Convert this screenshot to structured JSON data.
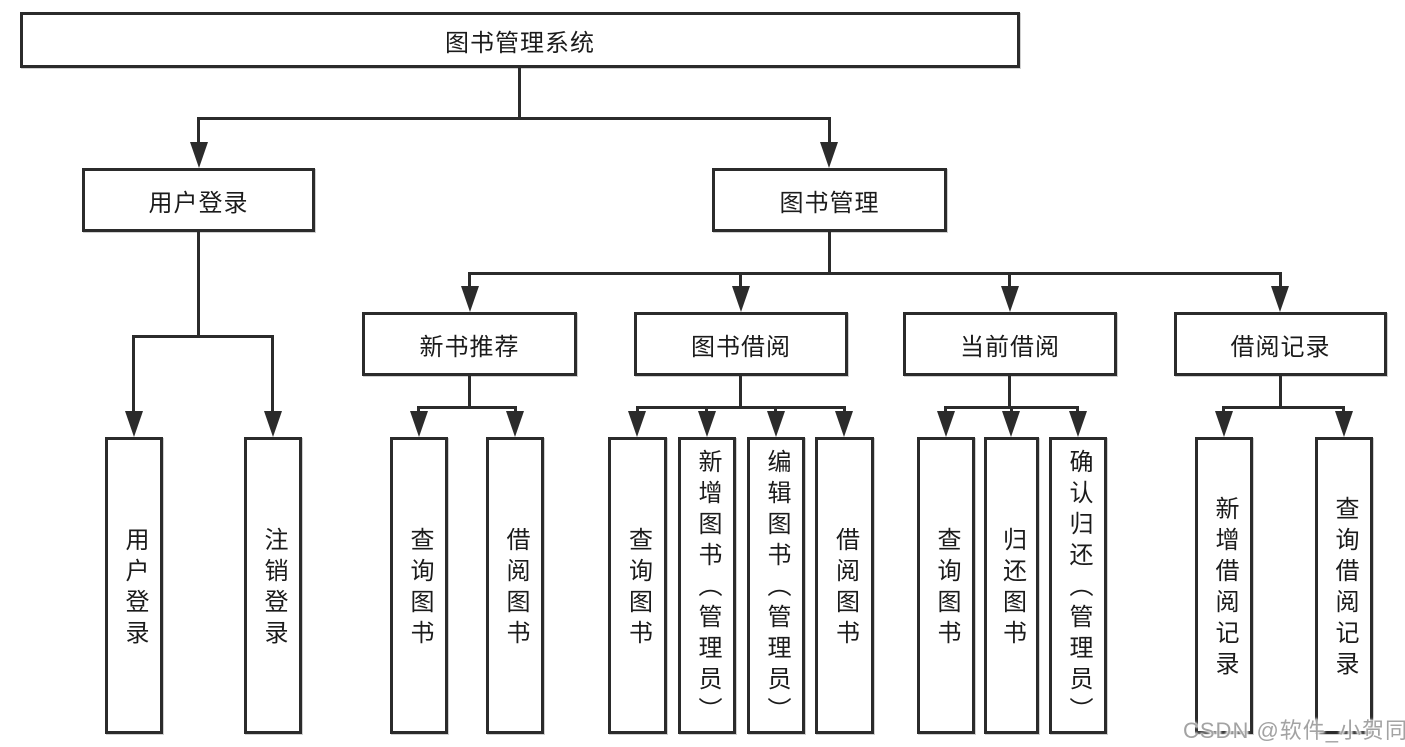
{
  "diagram_type": "hierarchy-tree",
  "colors": {
    "line": "#2b2b2b",
    "background": "#ffffff",
    "box_fill": "#ffffff",
    "text": "#1b1b1b",
    "watermark": "#a3a3a3"
  },
  "tree": {
    "root": {
      "label": "图书管理系统",
      "children": [
        {
          "label": "用户登录",
          "children": [
            {
              "label": "用户登录"
            },
            {
              "label": "注销登录"
            }
          ]
        },
        {
          "label": "图书管理",
          "children": [
            {
              "label": "新书推荐",
              "children": [
                {
                  "label": "查询图书"
                },
                {
                  "label": "借阅图书"
                }
              ]
            },
            {
              "label": "图书借阅",
              "children": [
                {
                  "label": "查询图书"
                },
                {
                  "label": "新增图书（管理员）"
                },
                {
                  "label": "编辑图书（管理员）"
                },
                {
                  "label": "借阅图书"
                }
              ]
            },
            {
              "label": "当前借阅",
              "children": [
                {
                  "label": "查询图书"
                },
                {
                  "label": "归还图书"
                },
                {
                  "label": "确认归还（管理员）"
                }
              ]
            },
            {
              "label": "借阅记录",
              "children": [
                {
                  "label": "新增借阅记录"
                },
                {
                  "label": "查询借阅记录"
                }
              ]
            }
          ]
        }
      ]
    }
  },
  "watermark": {
    "text": "CSDN @软件_小贺同学"
  }
}
